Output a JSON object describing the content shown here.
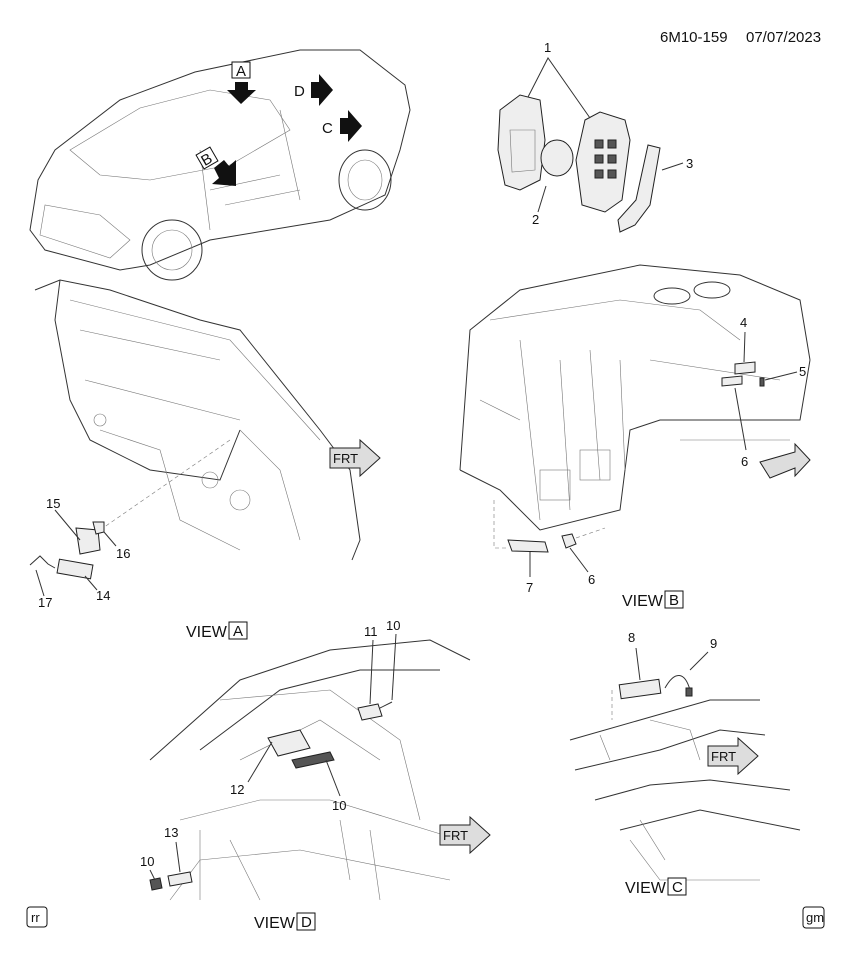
{
  "header": {
    "code": "6M10-159",
    "date": "07/07/2023"
  },
  "callouts": [
    "1",
    "2",
    "3",
    "4",
    "5",
    "6",
    "6",
    "7",
    "8",
    "9",
    "10",
    "10",
    "10",
    "11",
    "12",
    "13",
    "14",
    "15",
    "16",
    "17"
  ],
  "views": {
    "word": "VIEW",
    "a": "A",
    "b": "B",
    "c": "C",
    "d": "D"
  },
  "car_arrows": {
    "a": "A",
    "b": "B",
    "c": "C",
    "d": "D"
  },
  "frt": "FRT",
  "corner_left_icon": "rr",
  "corner_right_logo": "gm",
  "colors": {
    "line": "#222222",
    "fill": "#eeeeee"
  }
}
